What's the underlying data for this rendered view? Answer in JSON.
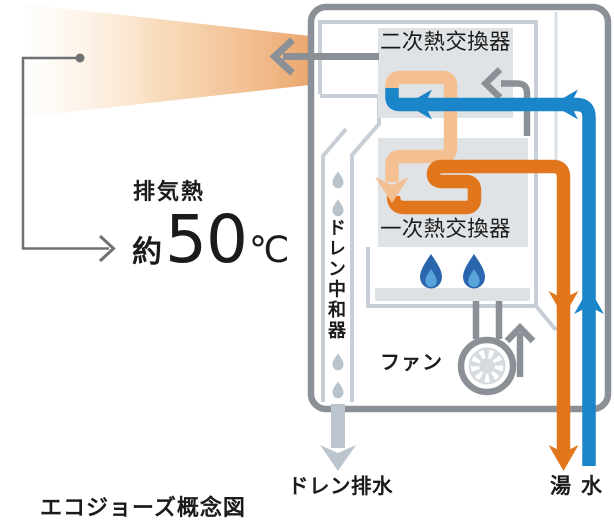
{
  "exhaust": {
    "heat_label": "排気熱",
    "approx_prefix": "約",
    "temperature": "50",
    "unit": "℃"
  },
  "unit": {
    "secondary_heat_exchanger": "二次熱交換器",
    "primary_heat_exchanger": "一次熱交換器",
    "drain_neutralizer": "ドレン中和器",
    "fan": "ファン"
  },
  "outputs": {
    "drain": "ドレン排水",
    "hot_water": "湯",
    "cold_water": "水"
  },
  "caption": "エコジョーズ概念図",
  "colors": {
    "hot_pipe_orange": "#e1761d",
    "preheated_pipe_peach": "#f4c091",
    "cold_pipe_blue": "#1b85c9",
    "exhaust_plume_orange": "#eca76e",
    "structure_gray": "#8b9096",
    "panel_light_gray": "#c7ced6",
    "drain_gray": "#bcc5cd"
  }
}
